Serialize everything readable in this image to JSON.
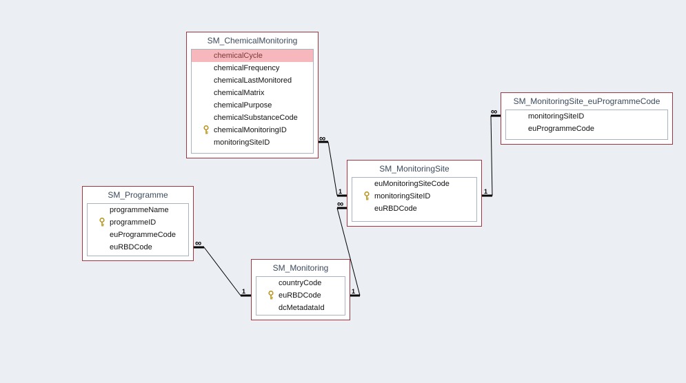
{
  "tables": [
    {
      "id": "chem",
      "name": "SM_ChemicalMonitoring",
      "fields": [
        {
          "name": "chemicalCycle",
          "key": false,
          "selected": true
        },
        {
          "name": "chemicalFrequency",
          "key": false
        },
        {
          "name": "chemicalLastMonitored",
          "key": false
        },
        {
          "name": "chemicalMatrix",
          "key": false
        },
        {
          "name": "chemicalPurpose",
          "key": false
        },
        {
          "name": "chemicalSubstanceCode",
          "key": false
        },
        {
          "name": "chemicalMonitoringID",
          "key": true
        },
        {
          "name": "monitoringSiteID",
          "key": false
        }
      ]
    },
    {
      "id": "euprog",
      "name": "SM_MonitoringSite_euProgrammeCode",
      "fields": [
        {
          "name": "monitoringSiteID",
          "key": false
        },
        {
          "name": "euProgrammeCode",
          "key": false
        }
      ]
    },
    {
      "id": "site",
      "name": "SM_MonitoringSite",
      "fields": [
        {
          "name": "euMonitoringSiteCode",
          "key": false
        },
        {
          "name": "monitoringSiteID",
          "key": true
        },
        {
          "name": "euRBDCode",
          "key": false
        }
      ]
    },
    {
      "id": "prog",
      "name": "SM_Programme",
      "fields": [
        {
          "name": "programmeName",
          "key": false
        },
        {
          "name": "programmeID",
          "key": true
        },
        {
          "name": "euProgrammeCode",
          "key": false
        },
        {
          "name": "euRBDCode",
          "key": false
        }
      ]
    },
    {
      "id": "mon",
      "name": "SM_Monitoring",
      "fields": [
        {
          "name": "countryCode",
          "key": false
        },
        {
          "name": "euRBDCode",
          "key": true
        },
        {
          "name": "dcMetadataId",
          "key": false
        }
      ]
    }
  ],
  "relationships": [
    {
      "from": "chem",
      "to": "site",
      "from_label": "∞",
      "to_label": "1"
    },
    {
      "from": "euprog",
      "to": "site",
      "from_label": "∞",
      "to_label": "1"
    },
    {
      "from": "prog",
      "to": "mon",
      "from_label": "∞",
      "to_label": "1"
    },
    {
      "from": "site",
      "to": "mon",
      "from_label": "∞",
      "to_label": "1"
    }
  ],
  "colors": {
    "background": "#ebeef3",
    "table_border": "#a0343f",
    "selected_row": "#f6b8bd",
    "key_icon": "#d8b23a"
  }
}
